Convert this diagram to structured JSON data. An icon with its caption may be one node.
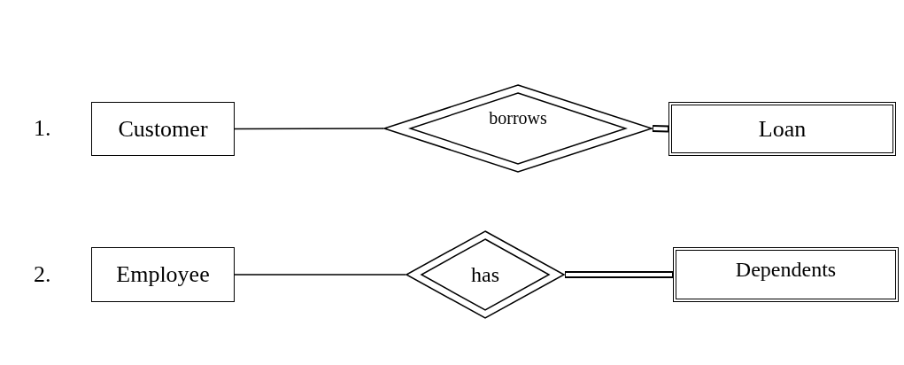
{
  "diagram": {
    "nodes": [
      {
        "text": [
          "Customer"
        ]
      },
      {
        "text": [
          "borrows"
        ]
      },
      {
        "text": [
          "Loan"
        ]
      },
      {
        "text": [
          "Employee"
        ]
      },
      {
        "text": [
          "has"
        ]
      },
      {
        "text": [
          "Dependents"
        ]
      }
    ],
    "edges": [
      {
        "from": 0,
        "to": 1,
        "arrow": "none"
      },
      {
        "from": 1,
        "to": 2,
        "arrow": "none",
        "style": "thick"
      },
      {
        "from": 3,
        "to": 4,
        "arrow": "none"
      },
      {
        "from": 4,
        "to": 5,
        "arrow": "none",
        "style": "thick"
      }
    ],
    "labels": [
      "1.",
      "2."
    ]
  }
}
